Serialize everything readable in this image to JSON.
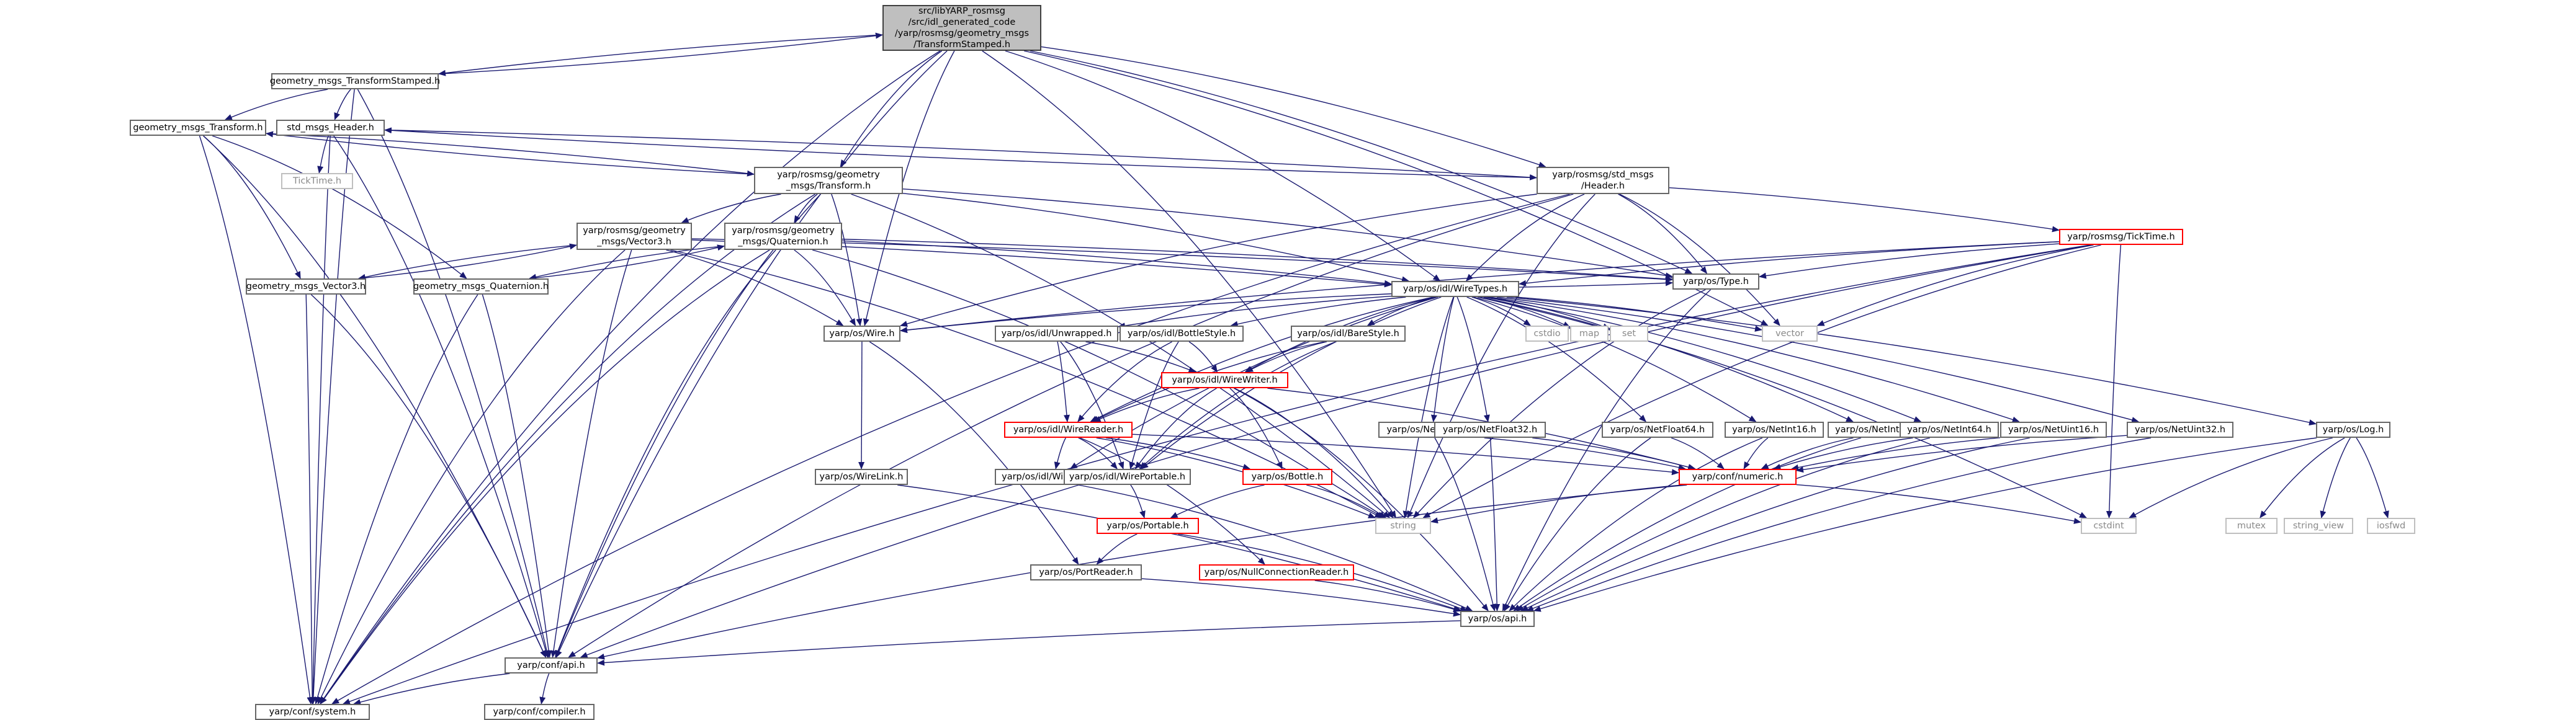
{
  "graph": {
    "colors": {
      "edge": "#191970",
      "root_fill": "#bfbfbf",
      "normal_border": "#666666",
      "missing_border": "#ff0000",
      "external_border": "#bfbfbf",
      "external_text": "#8a8a8a"
    },
    "nodes": [
      {
        "id": "root",
        "kind": "root",
        "lines": [
          "src/libYARP_rosmsg",
          "/src/idl_generated_code",
          "/yarp/rosmsg/geometry_msgs",
          "/TransformStamped.h"
        ]
      },
      {
        "id": "gm_ts",
        "kind": "normal",
        "lines": [
          "geometry_msgs_TransformStamped.h"
        ]
      },
      {
        "id": "gm_t",
        "kind": "normal",
        "lines": [
          "geometry_msgs_Transform.h"
        ]
      },
      {
        "id": "std_hdr",
        "kind": "normal",
        "lines": [
          "std_msgs_Header.h"
        ]
      },
      {
        "id": "ticktime_ext",
        "kind": "external",
        "lines": [
          "TickTime.h"
        ]
      },
      {
        "id": "yr_transform",
        "kind": "normal",
        "lines": [
          "yarp/rosmsg/geometry",
          "_msgs/Transform.h"
        ]
      },
      {
        "id": "yr_header",
        "kind": "normal",
        "lines": [
          "yarp/rosmsg/std_msgs",
          "/Header.h"
        ]
      },
      {
        "id": "yr_vector3",
        "kind": "normal",
        "lines": [
          "yarp/rosmsg/geometry",
          "_msgs/Vector3.h"
        ]
      },
      {
        "id": "yr_quat",
        "kind": "normal",
        "lines": [
          "yarp/rosmsg/geometry",
          "_msgs/Quaternion.h"
        ]
      },
      {
        "id": "yr_ticktime",
        "kind": "missing",
        "lines": [
          "yarp/rosmsg/TickTime.h"
        ]
      },
      {
        "id": "gm_v3",
        "kind": "normal",
        "lines": [
          "geometry_msgs_Vector3.h"
        ]
      },
      {
        "id": "gm_q",
        "kind": "normal",
        "lines": [
          "geometry_msgs_Quaternion.h"
        ]
      },
      {
        "id": "wiretypes",
        "kind": "normal",
        "lines": [
          "yarp/os/idl/WireTypes.h"
        ]
      },
      {
        "id": "type",
        "kind": "normal",
        "lines": [
          "yarp/os/Type.h"
        ]
      },
      {
        "id": "wire",
        "kind": "normal",
        "lines": [
          "yarp/os/Wire.h"
        ]
      },
      {
        "id": "unwrapped",
        "kind": "normal",
        "lines": [
          "yarp/os/idl/Unwrapped.h"
        ]
      },
      {
        "id": "bottlestyle",
        "kind": "normal",
        "lines": [
          "yarp/os/idl/BottleStyle.h"
        ]
      },
      {
        "id": "barestyle",
        "kind": "normal",
        "lines": [
          "yarp/os/idl/BareStyle.h"
        ]
      },
      {
        "id": "cstdio",
        "kind": "external",
        "lines": [
          "cstdio"
        ]
      },
      {
        "id": "map",
        "kind": "external",
        "lines": [
          "map"
        ]
      },
      {
        "id": "set",
        "kind": "external",
        "lines": [
          "set"
        ]
      },
      {
        "id": "vector",
        "kind": "external",
        "lines": [
          "vector"
        ]
      },
      {
        "id": "wirewriter",
        "kind": "missing",
        "lines": [
          "yarp/os/idl/WireWriter.h"
        ]
      },
      {
        "id": "wirereader",
        "kind": "missing",
        "lines": [
          "yarp/os/idl/WireReader.h"
        ]
      },
      {
        "id": "wirelink",
        "kind": "normal",
        "lines": [
          "yarp/os/WireLink.h"
        ]
      },
      {
        "id": "wirestate",
        "kind": "normal",
        "lines": [
          "yarp/os/idl/WireState.h"
        ]
      },
      {
        "id": "wireportable",
        "kind": "normal",
        "lines": [
          "yarp/os/idl/WirePortable.h"
        ]
      },
      {
        "id": "bottle",
        "kind": "missing",
        "lines": [
          "yarp/os/Bottle.h"
        ]
      },
      {
        "id": "netuint64",
        "kind": "normal",
        "lines": [
          "yarp/os/NetUint64.h"
        ]
      },
      {
        "id": "netfloat32",
        "kind": "normal",
        "lines": [
          "yarp/os/NetFloat32.h"
        ]
      },
      {
        "id": "netfloat64",
        "kind": "normal",
        "lines": [
          "yarp/os/NetFloat64.h"
        ]
      },
      {
        "id": "netint16",
        "kind": "normal",
        "lines": [
          "yarp/os/NetInt16.h"
        ]
      },
      {
        "id": "netint32",
        "kind": "normal",
        "lines": [
          "yarp/os/NetInt32.h"
        ]
      },
      {
        "id": "netint64",
        "kind": "normal",
        "lines": [
          "yarp/os/NetInt64.h"
        ]
      },
      {
        "id": "netuint16",
        "kind": "normal",
        "lines": [
          "yarp/os/NetUint16.h"
        ]
      },
      {
        "id": "netuint32",
        "kind": "normal",
        "lines": [
          "yarp/os/NetUint32.h"
        ]
      },
      {
        "id": "log",
        "kind": "normal",
        "lines": [
          "yarp/os/Log.h"
        ]
      },
      {
        "id": "confnumeric",
        "kind": "missing",
        "lines": [
          "yarp/conf/numeric.h"
        ]
      },
      {
        "id": "portable",
        "kind": "missing",
        "lines": [
          "yarp/os/Portable.h"
        ]
      },
      {
        "id": "string",
        "kind": "external",
        "lines": [
          "string"
        ]
      },
      {
        "id": "cstdint",
        "kind": "external",
        "lines": [
          "cstdint"
        ]
      },
      {
        "id": "mutex",
        "kind": "external",
        "lines": [
          "mutex"
        ]
      },
      {
        "id": "string_view",
        "kind": "external",
        "lines": [
          "string_view"
        ]
      },
      {
        "id": "iosfwd",
        "kind": "external",
        "lines": [
          "iosfwd"
        ]
      },
      {
        "id": "portreader",
        "kind": "normal",
        "lines": [
          "yarp/os/PortReader.h"
        ]
      },
      {
        "id": "nullconnreader",
        "kind": "missing",
        "lines": [
          "yarp/os/NullConnectionReader.h"
        ]
      },
      {
        "id": "osapi",
        "kind": "normal",
        "lines": [
          "yarp/os/api.h"
        ]
      },
      {
        "id": "confapi",
        "kind": "normal",
        "lines": [
          "yarp/conf/api.h"
        ]
      },
      {
        "id": "confsystem",
        "kind": "normal",
        "lines": [
          "yarp/conf/system.h"
        ]
      },
      {
        "id": "confcompiler",
        "kind": "normal",
        "lines": [
          "yarp/conf/compiler.h"
        ]
      }
    ],
    "edges": [
      [
        "root",
        "gm_ts"
      ],
      [
        "root",
        "yr_transform"
      ],
      [
        "root",
        "yr_header"
      ],
      [
        "root",
        "wiretypes"
      ],
      [
        "root",
        "type"
      ],
      [
        "root",
        "wire"
      ],
      [
        "root",
        "vector"
      ],
      [
        "root",
        "string"
      ],
      [
        "root",
        "confapi"
      ],
      [
        "root",
        "confsystem"
      ],
      [
        "gm_ts",
        "root"
      ],
      [
        "gm_ts",
        "gm_t"
      ],
      [
        "gm_ts",
        "std_hdr"
      ],
      [
        "gm_ts",
        "confapi"
      ],
      [
        "gm_ts",
        "confsystem"
      ],
      [
        "gm_t",
        "yr_transform"
      ],
      [
        "gm_t",
        "gm_v3"
      ],
      [
        "gm_t",
        "gm_q"
      ],
      [
        "gm_t",
        "confapi"
      ],
      [
        "gm_t",
        "confsystem"
      ],
      [
        "std_hdr",
        "yr_header"
      ],
      [
        "std_hdr",
        "ticktime_ext"
      ],
      [
        "std_hdr",
        "confapi"
      ],
      [
        "std_hdr",
        "confsystem"
      ],
      [
        "yr_transform",
        "gm_t"
      ],
      [
        "yr_transform",
        "yr_vector3"
      ],
      [
        "yr_transform",
        "yr_quat"
      ],
      [
        "yr_transform",
        "wiretypes"
      ],
      [
        "yr_transform",
        "type"
      ],
      [
        "yr_transform",
        "wire"
      ],
      [
        "yr_transform",
        "string"
      ],
      [
        "yr_transform",
        "confapi"
      ],
      [
        "yr_transform",
        "confsystem"
      ],
      [
        "yr_header",
        "std_hdr"
      ],
      [
        "yr_header",
        "yr_ticktime"
      ],
      [
        "yr_header",
        "wiretypes"
      ],
      [
        "yr_header",
        "type"
      ],
      [
        "yr_header",
        "wire"
      ],
      [
        "yr_header",
        "vector"
      ],
      [
        "yr_header",
        "string"
      ],
      [
        "yr_header",
        "confapi"
      ],
      [
        "yr_header",
        "confsystem"
      ],
      [
        "yr_vector3",
        "gm_v3"
      ],
      [
        "yr_vector3",
        "wiretypes"
      ],
      [
        "yr_vector3",
        "type"
      ],
      [
        "yr_vector3",
        "wire"
      ],
      [
        "yr_vector3",
        "string"
      ],
      [
        "yr_vector3",
        "confapi"
      ],
      [
        "yr_vector3",
        "confsystem"
      ],
      [
        "yr_quat",
        "gm_q"
      ],
      [
        "yr_quat",
        "wiretypes"
      ],
      [
        "yr_quat",
        "type"
      ],
      [
        "yr_quat",
        "wire"
      ],
      [
        "yr_quat",
        "string"
      ],
      [
        "yr_quat",
        "confapi"
      ],
      [
        "yr_quat",
        "confsystem"
      ],
      [
        "yr_ticktime",
        "wiretypes"
      ],
      [
        "yr_ticktime",
        "type"
      ],
      [
        "yr_ticktime",
        "wire"
      ],
      [
        "yr_ticktime",
        "vector"
      ],
      [
        "yr_ticktime",
        "string"
      ],
      [
        "yr_ticktime",
        "cstdint"
      ],
      [
        "yr_ticktime",
        "confapi"
      ],
      [
        "yr_ticktime",
        "confsystem"
      ],
      [
        "gm_v3",
        "yr_vector3"
      ],
      [
        "gm_v3",
        "confapi"
      ],
      [
        "gm_v3",
        "confsystem"
      ],
      [
        "gm_q",
        "yr_quat"
      ],
      [
        "gm_q",
        "confapi"
      ],
      [
        "gm_q",
        "confsystem"
      ],
      [
        "wiretypes",
        "wire"
      ],
      [
        "wiretypes",
        "unwrapped"
      ],
      [
        "wiretypes",
        "bottlestyle"
      ],
      [
        "wiretypes",
        "barestyle"
      ],
      [
        "wiretypes",
        "cstdio"
      ],
      [
        "wiretypes",
        "map"
      ],
      [
        "wiretypes",
        "set"
      ],
      [
        "wiretypes",
        "vector"
      ],
      [
        "wiretypes",
        "wirewriter"
      ],
      [
        "wiretypes",
        "wirereader"
      ],
      [
        "wiretypes",
        "wirestate"
      ],
      [
        "wiretypes",
        "wireportable"
      ],
      [
        "wiretypes",
        "netuint64"
      ],
      [
        "wiretypes",
        "netfloat32"
      ],
      [
        "wiretypes",
        "netfloat64"
      ],
      [
        "wiretypes",
        "netint16"
      ],
      [
        "wiretypes",
        "netint32"
      ],
      [
        "wiretypes",
        "netint64"
      ],
      [
        "wiretypes",
        "netuint16"
      ],
      [
        "wiretypes",
        "netuint32"
      ],
      [
        "wiretypes",
        "log"
      ],
      [
        "wiretypes",
        "string"
      ],
      [
        "wiretypes",
        "cstdint"
      ],
      [
        "wiretypes",
        "type"
      ],
      [
        "type",
        "string"
      ],
      [
        "type",
        "osapi"
      ],
      [
        "wire",
        "wirelink"
      ],
      [
        "wire",
        "portreader"
      ],
      [
        "unwrapped",
        "wirewriter"
      ],
      [
        "unwrapped",
        "wirereader"
      ],
      [
        "unwrapped",
        "wireportable"
      ],
      [
        "bottlestyle",
        "wirewriter"
      ],
      [
        "bottlestyle",
        "wirereader"
      ],
      [
        "bottlestyle",
        "wireportable"
      ],
      [
        "barestyle",
        "wirewriter"
      ],
      [
        "barestyle",
        "wirereader"
      ],
      [
        "barestyle",
        "wireportable"
      ],
      [
        "wirewriter",
        "wirereader"
      ],
      [
        "wirewriter",
        "wireportable"
      ],
      [
        "wirewriter",
        "bottle"
      ],
      [
        "wirewriter",
        "string"
      ],
      [
        "wirewriter",
        "confnumeric"
      ],
      [
        "wirewriter",
        "osapi"
      ],
      [
        "wirereader",
        "wirestate"
      ],
      [
        "wirereader",
        "wireportable"
      ],
      [
        "wirereader",
        "bottle"
      ],
      [
        "wirereader",
        "nullconnreader"
      ],
      [
        "wirereader",
        "string"
      ],
      [
        "wirereader",
        "confnumeric"
      ],
      [
        "wirelink",
        "osapi"
      ],
      [
        "wirestate",
        "osapi"
      ],
      [
        "wireportable",
        "portable"
      ],
      [
        "bottle",
        "portable"
      ],
      [
        "bottle",
        "string"
      ],
      [
        "portable",
        "portreader"
      ],
      [
        "portable",
        "osapi"
      ],
      [
        "portreader",
        "osapi"
      ],
      [
        "nullconnreader",
        "osapi"
      ],
      [
        "netuint64",
        "confnumeric"
      ],
      [
        "netuint64",
        "osapi"
      ],
      [
        "netfloat32",
        "confnumeric"
      ],
      [
        "netfloat32",
        "osapi"
      ],
      [
        "netfloat64",
        "confnumeric"
      ],
      [
        "netfloat64",
        "osapi"
      ],
      [
        "netint16",
        "confnumeric"
      ],
      [
        "netint16",
        "osapi"
      ],
      [
        "netint32",
        "confnumeric"
      ],
      [
        "netint32",
        "osapi"
      ],
      [
        "netint64",
        "confnumeric"
      ],
      [
        "netint64",
        "osapi"
      ],
      [
        "netuint16",
        "confnumeric"
      ],
      [
        "netuint16",
        "osapi"
      ],
      [
        "netuint32",
        "confnumeric"
      ],
      [
        "netuint32",
        "osapi"
      ],
      [
        "log",
        "cstdint"
      ],
      [
        "log",
        "mutex"
      ],
      [
        "log",
        "string_view"
      ],
      [
        "log",
        "iosfwd"
      ],
      [
        "log",
        "osapi"
      ],
      [
        "confnumeric",
        "string"
      ],
      [
        "confnumeric",
        "cstdint"
      ],
      [
        "confnumeric",
        "confapi"
      ],
      [
        "osapi",
        "confapi"
      ],
      [
        "confapi",
        "confsystem"
      ],
      [
        "confapi",
        "confcompiler"
      ]
    ]
  }
}
